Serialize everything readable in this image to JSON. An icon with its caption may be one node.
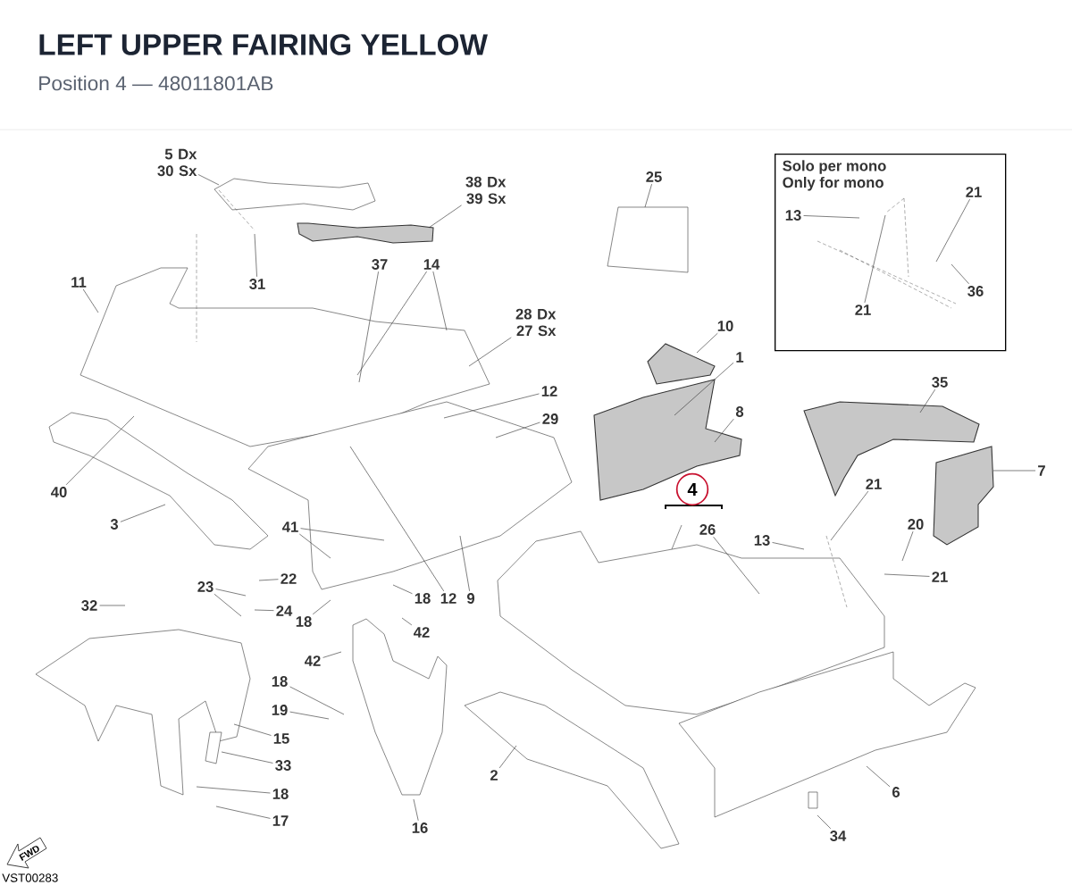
{
  "diagram": {
    "title": "LEFT UPPER FAIRING YELLOW",
    "nodes": [
      {
        "text": [
          "Solo per mono",
          "Only for mono"
        ]
      },
      {
        "text": [
          "5 Dx 30 Sx"
        ]
      },
      {
        "text": [
          "38 Dx 39 Sx"
        ]
      },
      {
        "text": [
          "25"
        ]
      },
      {
        "text": [
          "13"
        ],
        "in": 0
      },
      {
        "text": [
          "21"
        ],
        "in": 0
      },
      {
        "text": [
          "21"
        ],
        "in": 0
      },
      {
        "text": [
          "36"
        ],
        "in": 0
      },
      {
        "text": [
          "11"
        ]
      },
      {
        "text": [
          "31"
        ]
      },
      {
        "text": [
          "37"
        ]
      },
      {
        "text": [
          "14"
        ]
      },
      {
        "text": [
          "28 Dx 27 Sx"
        ]
      },
      {
        "text": [
          "10"
        ]
      },
      {
        "text": [
          "1"
        ]
      },
      {
        "text": [
          "12"
        ]
      },
      {
        "text": [
          "29"
        ]
      },
      {
        "text": [
          "8"
        ]
      },
      {
        "text": [
          "35"
        ]
      },
      {
        "text": [
          "40"
        ]
      },
      {
        "text": [
          "3"
        ]
      },
      {
        "text": [
          "7"
        ]
      },
      {
        "text": [
          "4"
        ]
      },
      {
        "text": [
          "26"
        ]
      },
      {
        "text": [
          "21"
        ]
      },
      {
        "text": [
          "20"
        ]
      },
      {
        "text": [
          "13"
        ]
      },
      {
        "text": [
          "21"
        ]
      },
      {
        "text": [
          "41"
        ]
      },
      {
        "text": [
          "22"
        ]
      },
      {
        "text": [
          "23"
        ]
      },
      {
        "text": [
          "32"
        ]
      },
      {
        "text": [
          "24"
        ]
      },
      {
        "text": [
          "18"
        ]
      },
      {
        "text": [
          "18"
        ]
      },
      {
        "text": [
          "12"
        ]
      },
      {
        "text": [
          "9"
        ]
      },
      {
        "text": [
          "42"
        ]
      },
      {
        "text": [
          "42"
        ]
      },
      {
        "text": [
          "18"
        ]
      },
      {
        "text": [
          "19"
        ]
      },
      {
        "text": [
          "15"
        ]
      },
      {
        "text": [
          "33"
        ]
      },
      {
        "text": [
          "2"
        ]
      },
      {
        "text": [
          "6"
        ]
      },
      {
        "text": [
          "18"
        ]
      },
      {
        "text": [
          "17"
        ]
      },
      {
        "text": [
          "16"
        ]
      },
      {
        "text": [
          "34"
        ]
      }
    ],
    "edges": [
      {
        "from": 1,
        "to": null,
        "arrow": "none"
      },
      {
        "from": 2,
        "to": null,
        "arrow": "none"
      },
      {
        "from": 3,
        "to": null,
        "arrow": "none"
      },
      {
        "from": 4,
        "to": null,
        "arrow": "none"
      },
      {
        "from": 5,
        "to": null,
        "arrow": "none"
      },
      {
        "from": 6,
        "to": null,
        "arrow": "none"
      },
      {
        "from": 7,
        "to": null,
        "arrow": "none"
      },
      {
        "from": 8,
        "to": null,
        "arrow": "none"
      },
      {
        "from": 9,
        "to": null,
        "arrow": "none"
      },
      {
        "from": 10,
        "to": null,
        "arrow": "none"
      },
      {
        "from": 11,
        "to": null,
        "arrow": "none"
      },
      {
        "from": 11,
        "to": null,
        "arrow": "none"
      },
      {
        "from": 12,
        "to": null,
        "arrow": "none"
      },
      {
        "from": 13,
        "to": null,
        "arrow": "none"
      },
      {
        "from": 14,
        "to": null,
        "arrow": "none"
      },
      {
        "from": 15,
        "to": null,
        "arrow": "none"
      },
      {
        "from": 16,
        "to": null,
        "arrow": "none"
      },
      {
        "from": 17,
        "to": null,
        "arrow": "none"
      },
      {
        "from": 18,
        "to": null,
        "arrow": "none"
      },
      {
        "from": 19,
        "to": null,
        "arrow": "none"
      },
      {
        "from": 20,
        "to": null,
        "arrow": "none"
      },
      {
        "from": 21,
        "to": null,
        "arrow": "none"
      },
      {
        "from": 23,
        "to": null,
        "arrow": "none"
      },
      {
        "from": 24,
        "to": null,
        "arrow": "none"
      },
      {
        "from": 25,
        "to": null,
        "arrow": "none"
      },
      {
        "from": 26,
        "to": null,
        "arrow": "none"
      },
      {
        "from": 27,
        "to": null,
        "arrow": "none"
      },
      {
        "from": 28,
        "to": null,
        "arrow": "none"
      },
      {
        "from": 28,
        "to": null,
        "arrow": "none"
      },
      {
        "from": 29,
        "to": null,
        "arrow": "none"
      },
      {
        "from": 30,
        "to": null,
        "arrow": "none"
      },
      {
        "from": 30,
        "to": null,
        "arrow": "none"
      },
      {
        "from": 31,
        "to": null,
        "arrow": "none"
      },
      {
        "from": 32,
        "to": null,
        "arrow": "none"
      },
      {
        "from": 33,
        "to": null,
        "arrow": "none"
      },
      {
        "from": 34,
        "to": null,
        "arrow": "none"
      },
      {
        "from": 35,
        "to": null,
        "arrow": "none"
      },
      {
        "from": 36,
        "to": null,
        "arrow": "none"
      },
      {
        "from": 37,
        "to": null,
        "arrow": "none"
      },
      {
        "from": 38,
        "to": null,
        "arrow": "none"
      },
      {
        "from": 39,
        "to": null,
        "arrow": "none"
      },
      {
        "from": 40,
        "to": null,
        "arrow": "none"
      },
      {
        "from": 41,
        "to": null,
        "arrow": "none"
      },
      {
        "from": 42,
        "to": null,
        "arrow": "none"
      },
      {
        "from": 43,
        "to": null,
        "arrow": "none"
      },
      {
        "from": 44,
        "to": null,
        "arrow": "none"
      },
      {
        "from": 45,
        "to": null,
        "arrow": "none"
      },
      {
        "from": 46,
        "to": null,
        "arrow": "none"
      },
      {
        "from": 47,
        "to": null,
        "arrow": "none"
      },
      {
        "from": 48,
        "to": null,
        "arrow": "none"
      }
    ],
    "labels": [
      "Position 4 — 48011801AB",
      "FWD",
      "VST00283"
    ]
  }
}
